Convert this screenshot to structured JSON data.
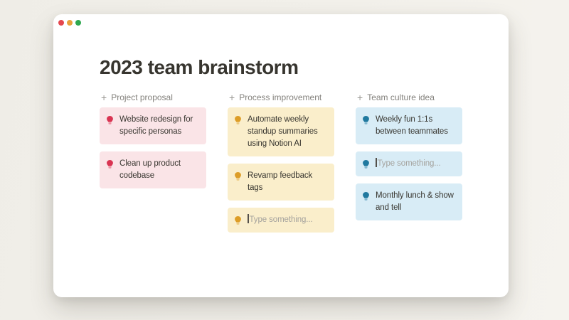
{
  "window": {
    "title": "2023 team brainstorm",
    "traffic_lights": [
      "#e5474e",
      "#e9a23b",
      "#2fa84f"
    ]
  },
  "icons": {
    "add_glyph": "+",
    "card_icon": "lightbulb-icon"
  },
  "board": {
    "columns": [
      {
        "header": "Project proposal",
        "card_bg": "#fae4e7",
        "icon_color": "#d93452",
        "cards": [
          {
            "text": "Website redesign for specific personas"
          },
          {
            "text": "Clean up product codebase"
          }
        ]
      },
      {
        "header": "Process improvement",
        "card_bg": "#faeecb",
        "icon_color": "#dd9d27",
        "cards": [
          {
            "text": "Automate weekly standup summaries using Notion AI"
          },
          {
            "text": "Revamp feedback tags"
          },
          {
            "placeholder": "Type something..."
          }
        ]
      },
      {
        "header": "Team culture idea",
        "card_bg": "#d8ecf6",
        "icon_color": "#20799f",
        "cards": [
          {
            "text": "Weekly fun 1:1s between teammates"
          },
          {
            "placeholder": "Type something..."
          },
          {
            "text": "Monthly lunch & show and tell"
          }
        ]
      }
    ]
  }
}
